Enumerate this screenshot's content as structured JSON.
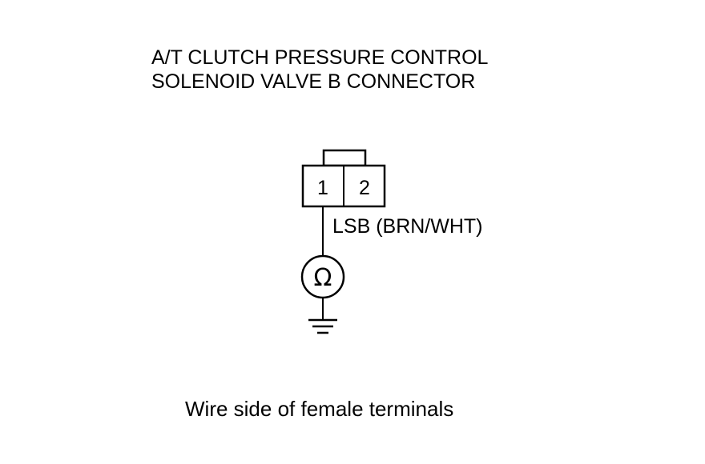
{
  "title": {
    "line1": "A/T CLUTCH PRESSURE CONTROL",
    "line2": "SOLENOID VALVE B CONNECTOR"
  },
  "connector": {
    "terminals": [
      "1",
      "2"
    ]
  },
  "wire": {
    "label": "LSB (BRN/WHT)"
  },
  "meter": {
    "symbol": "Ω"
  },
  "caption": "Wire side of female terminals",
  "colors": {
    "line": "#000000",
    "background": "#ffffff"
  },
  "icons": {
    "meter": "ohmmeter-icon",
    "ground": "ground-icon"
  }
}
